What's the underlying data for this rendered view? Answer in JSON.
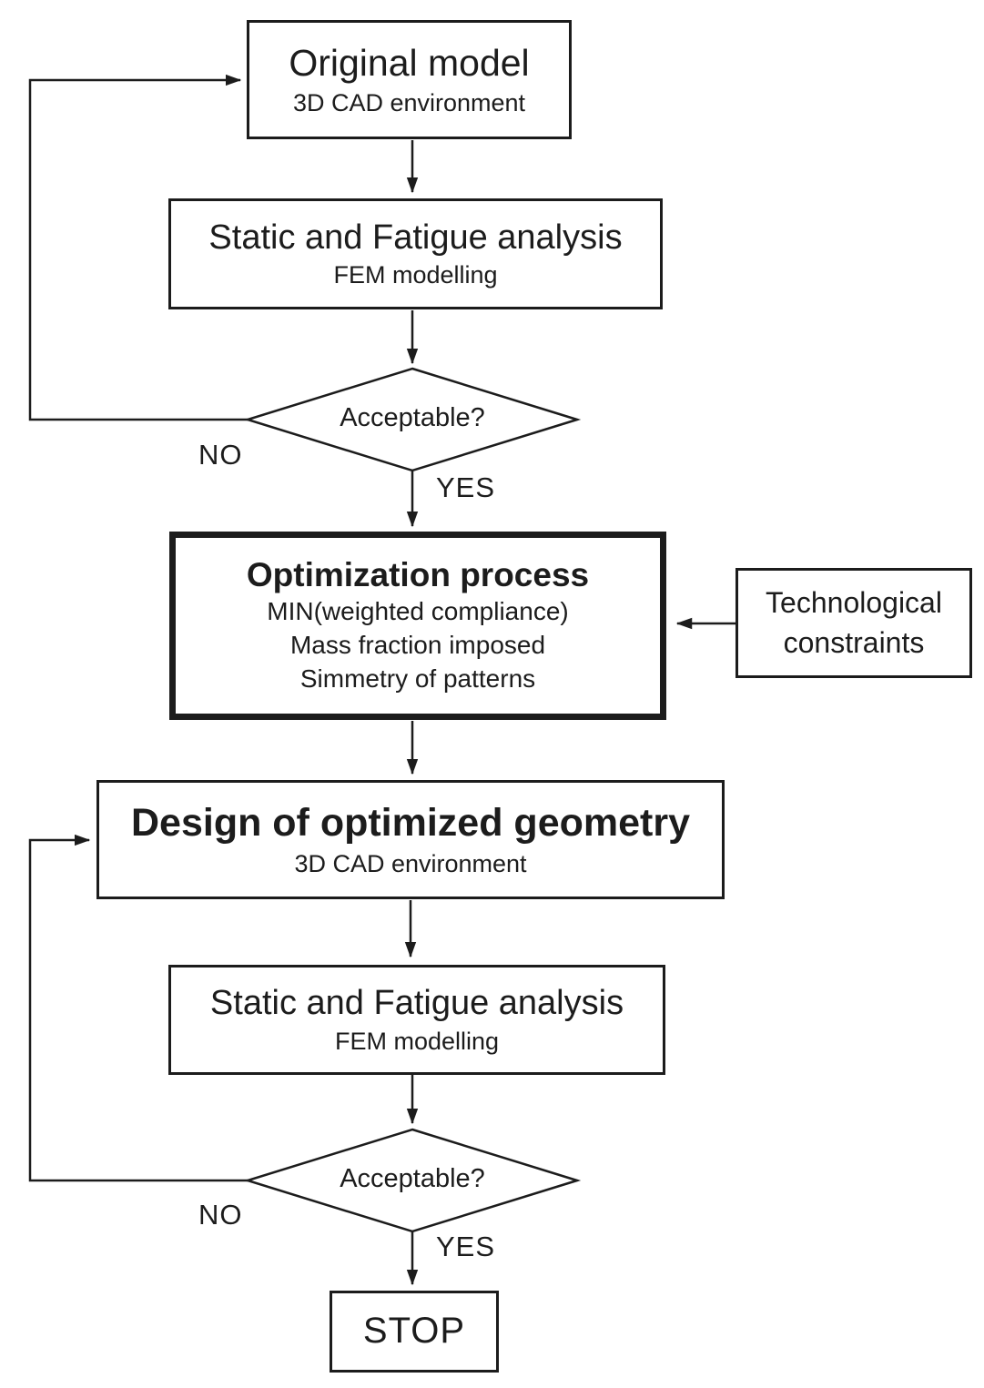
{
  "diagram": {
    "nodes": {
      "original_model": {
        "title": "Original model",
        "subtitle": "3D CAD environment"
      },
      "static_fatigue_top": {
        "title": "Static and Fatigue analysis",
        "subtitle": "FEM modelling"
      },
      "decision_top": {
        "label": "Acceptable?"
      },
      "optimization": {
        "title": "Optimization process",
        "detail_1": "MIN(weighted compliance)",
        "detail_2": "Mass fraction imposed",
        "detail_3": "Simmetry of patterns"
      },
      "technological_constraints": {
        "title": "Technological constraints"
      },
      "design_optimized": {
        "title": "Design of optimized geometry",
        "subtitle": "3D CAD environment"
      },
      "static_fatigue_bottom": {
        "title": "Static and Fatigue analysis",
        "subtitle": "FEM modelling"
      },
      "decision_bottom": {
        "label": "Acceptable?"
      },
      "stop": {
        "label": "STOP"
      }
    },
    "edge_labels": {
      "decision_top_no": "NO",
      "decision_top_yes": "YES",
      "decision_bottom_no": "NO",
      "decision_bottom_yes": "YES"
    },
    "colors": {
      "stroke": "#1c1c1c",
      "fill": "#ffffff"
    }
  }
}
